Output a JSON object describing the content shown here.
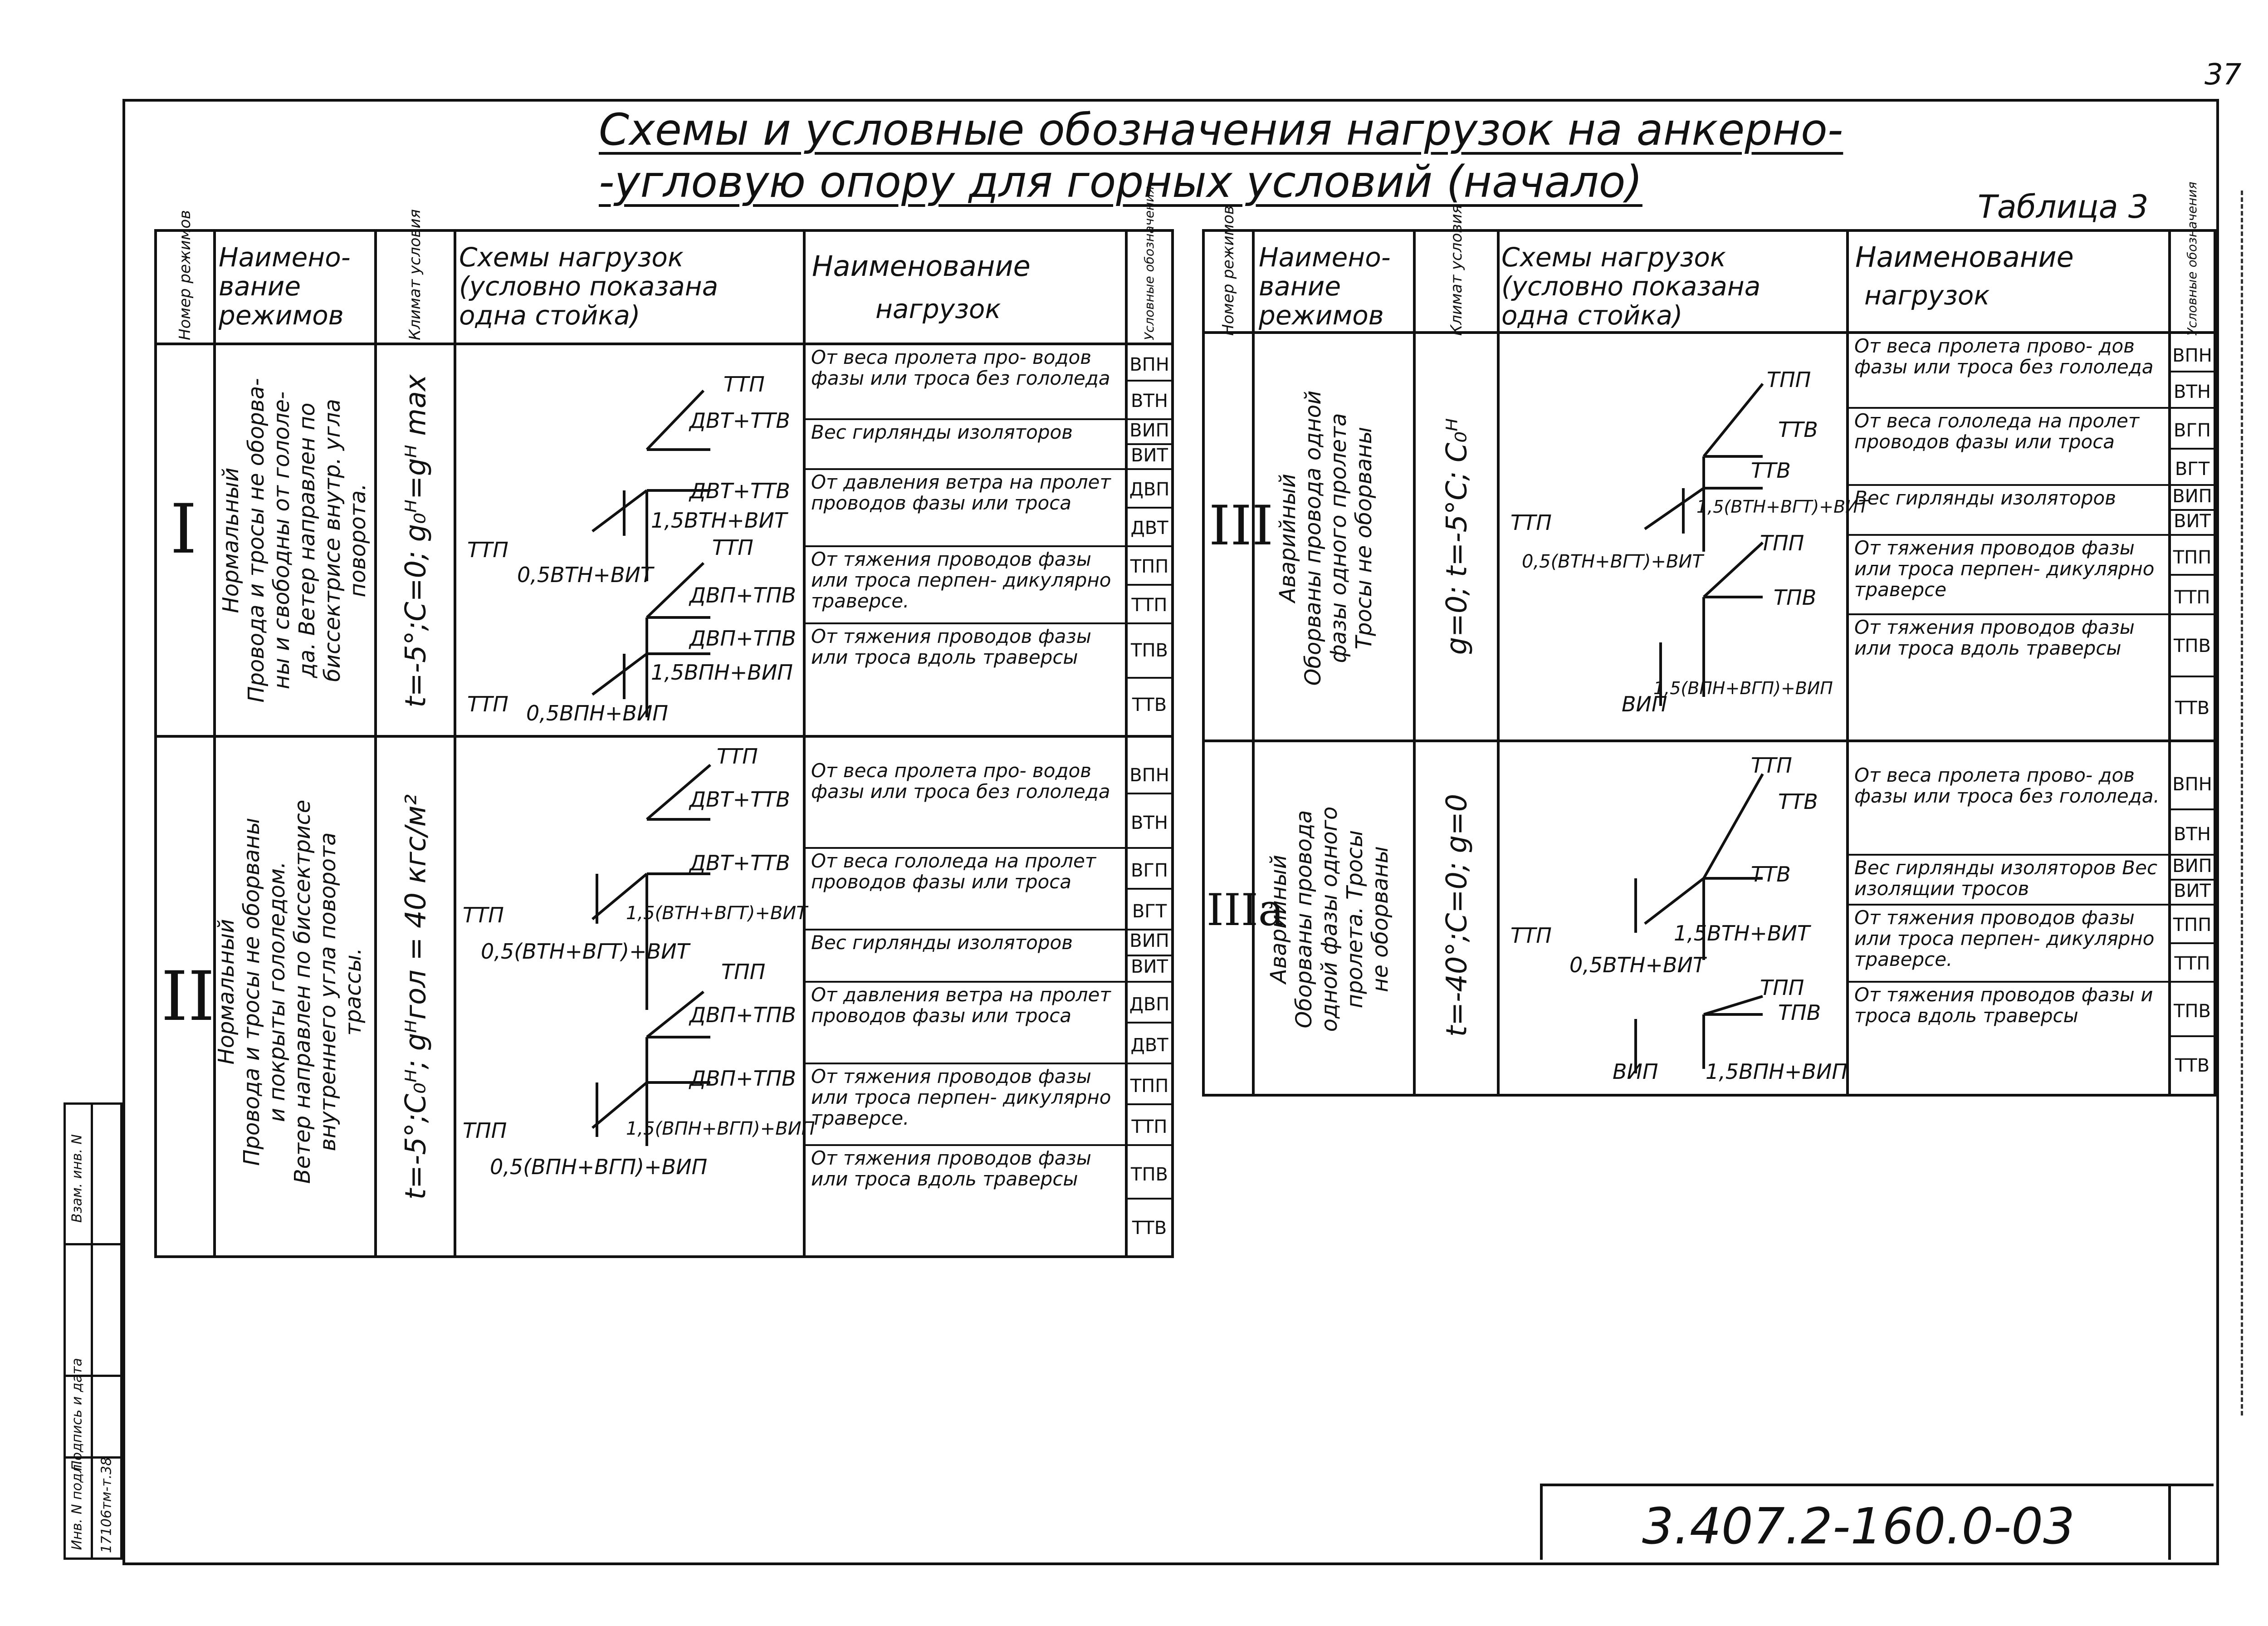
{
  "page_number": "37",
  "title": {
    "line1": "Схемы и условные обозначения нагрузок на анкерно-",
    "line2": "-угловую опору для горных условий (начало)"
  },
  "table_label": "Таблица 3",
  "headers": {
    "number": "Номер режимов",
    "mode_name": "Наимено- вание режимов",
    "climate": "Климат условия",
    "schemes_l1": "Схемы нагрузок",
    "schemes_l2": "(условно показана",
    "schemes_l3": "одна стойка)",
    "load_name_l1": "Наименование",
    "load_name_l2": "нагрузок",
    "codes": "Условные обозначения"
  },
  "rows": [
    {
      "roman": "I",
      "mode": "Нормальный\nПровода и тросы не оборва-\nны и свободны от гололе-\nда. Ветер направлен по\nбиссектрисе внутр. угла\nповорота.",
      "climate": "t=-5°;C=0; g₀ᴴ=gᴴ max",
      "labels": [
        "ТТП",
        "ДВТ+ТТВ",
        "ДВТ+ТТВ",
        "1,5ВТН+ВИТ",
        "ТТП",
        "0,5ВТН+ВИТ",
        "ТТП",
        "ДВП+ТПВ",
        "ДВП+ТПВ",
        "1,5ВПН+ВИП",
        "ТТП",
        "0,5ВПН+ВИП"
      ],
      "loads": [
        "От веса пролета про- водов фазы или троса без гололеда",
        "Вес гирлянды изоляторов",
        "От давления ветра на пролет проводов фазы или троса",
        "От тяжения проводов фазы или троса перпен- дикулярно траверсе.",
        "От тяжения проводов фазы или троса вдоль траверсы"
      ],
      "codes": [
        "ВПН",
        "ВТН",
        "ВИП",
        "ВИТ",
        "ДВП",
        "ДВТ",
        "ТПП",
        "ТТП",
        "ТПВ",
        "ТТВ"
      ]
    },
    {
      "roman": "II",
      "mode": "Нормальный\nПровода и тросы не оборваны\nи покрыты гололедом.\nВетер направлен по биссектрисе\nвнутреннего угла поворота\nтрассы.",
      "climate": "t=-5°;C₀ᴴ; gᴴгол = 40 кгс/м²",
      "labels": [
        "ТТП",
        "ДВТ+ТТВ",
        "ДВТ+ТТВ",
        "1,5(ВТН+ВГТ)+ВИТ",
        "ТТП",
        "0,5(ВТН+ВГТ)+ВИТ",
        "ТПП",
        "ДВП+ТПВ",
        "ДВП+ТПВ",
        "1,5(ВПН+ВГП)+ВИП",
        "ТПП",
        "0,5(ВПН+ВГП)+ВИП"
      ],
      "loads": [
        "От веса пролета про- водов фазы или троса без гололеда",
        "От веса гололеда на пролет проводов фазы или троса",
        "Вес гирлянды изоляторов",
        "От давления ветра на пролет проводов фазы или троса",
        "От тяжения проводов фазы или троса перпен- дикулярно траверсе.",
        "От тяжения проводов фазы или троса вдоль траверсы"
      ],
      "codes": [
        "ВПН",
        "ВТН",
        "ВГП",
        "ВГТ",
        "ВИП",
        "ВИТ",
        "ДВП",
        "ДВТ",
        "ТПП",
        "ТТП",
        "ТПВ",
        "ТТВ"
      ]
    },
    {
      "roman": "III",
      "mode": "Аварийный\nОборваны провода одной\nфазы одного пролета\nТросы не оборваны",
      "climate": "g=0; t=-5°C; C₀ᴴ",
      "labels": [
        "ТПП",
        "ТТВ",
        "ТТВ",
        "1,5(ВТН+ВГТ)+ВИТ",
        "ТТП",
        "0,5(ВТН+ВГТ)+ВИТ",
        "ТПП",
        "ТПВ",
        "ВИП",
        "1,5(ВПН+ВГП)+ВИП"
      ],
      "loads": [
        "От веса пролета прово- дов фазы или троса без гололеда",
        "От веса гололеда на пролет проводов фазы или троса",
        "Вес гирлянды изоляторов",
        "От тяжения проводов фазы или троса перпен- дикулярно траверсе",
        "От тяжения проводов фазы или троса вдоль траверсы"
      ],
      "codes": [
        "ВПН",
        "ВТН",
        "ВГП",
        "ВГТ",
        "ВИП",
        "ВИТ",
        "ТПП",
        "ТТП",
        "ТПВ",
        "ТТВ"
      ]
    },
    {
      "roman": "IIIa",
      "mode": "Аварийный\nОборваны провода\nодной фазы одного\nпролета. Тросы\nне оборваны",
      "climate": "t=-40°;C=0; g=0",
      "labels": [
        "ТТП",
        "ТТВ",
        "ТТВ",
        "1,5ВТН+ВИТ",
        "ТТП",
        "0,5ВТН+ВИТ",
        "ТПП",
        "ТПВ",
        "ВИП",
        "1,5ВПН+ВИП"
      ],
      "loads": [
        "От веса пролета прово- дов фазы или троса без гололеда.",
        "Вес гирлянды изоляторов Вес изолящии тросов",
        "От тяжения проводов фазы или троса перпен- дикулярно траверсе.",
        "От тяжения проводов фазы и троса вдоль траверсы"
      ],
      "codes": [
        "ВПН",
        "ВТН",
        "ВИП",
        "ВИТ",
        "ТПП",
        "ТТП",
        "ТПВ",
        "ТТВ"
      ]
    }
  ],
  "stamp": [
    "Инв. N подл.",
    "Подпись и дата",
    "Взам. инв. N",
    "17106тм-т.38"
  ],
  "doc_number": "3.407.2-160.0-03"
}
